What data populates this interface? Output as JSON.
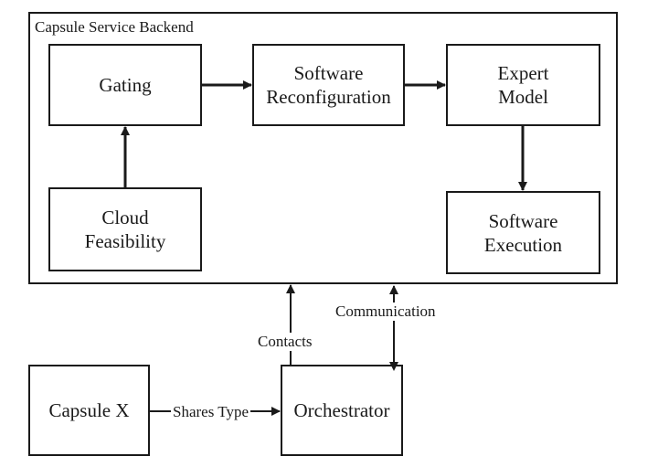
{
  "backend": {
    "title": "Capsule Service Backend"
  },
  "nodes": {
    "gating": {
      "lines": [
        "Gating"
      ]
    },
    "software_reconfiguration": {
      "lines": [
        "Software",
        "Reconfiguration"
      ]
    },
    "expert_model": {
      "lines": [
        "Expert",
        "Model"
      ]
    },
    "cloud_feasibility": {
      "lines": [
        "Cloud",
        "Feasibility"
      ]
    },
    "software_execution": {
      "lines": [
        "Software",
        "Execution"
      ]
    },
    "capsule_x": {
      "lines": [
        "Capsule X"
      ]
    },
    "orchestrator": {
      "lines": [
        "Orchestrator"
      ]
    }
  },
  "edges": {
    "shares_type": "Shares Type",
    "contacts": "Contacts",
    "communication": "Communication"
  }
}
